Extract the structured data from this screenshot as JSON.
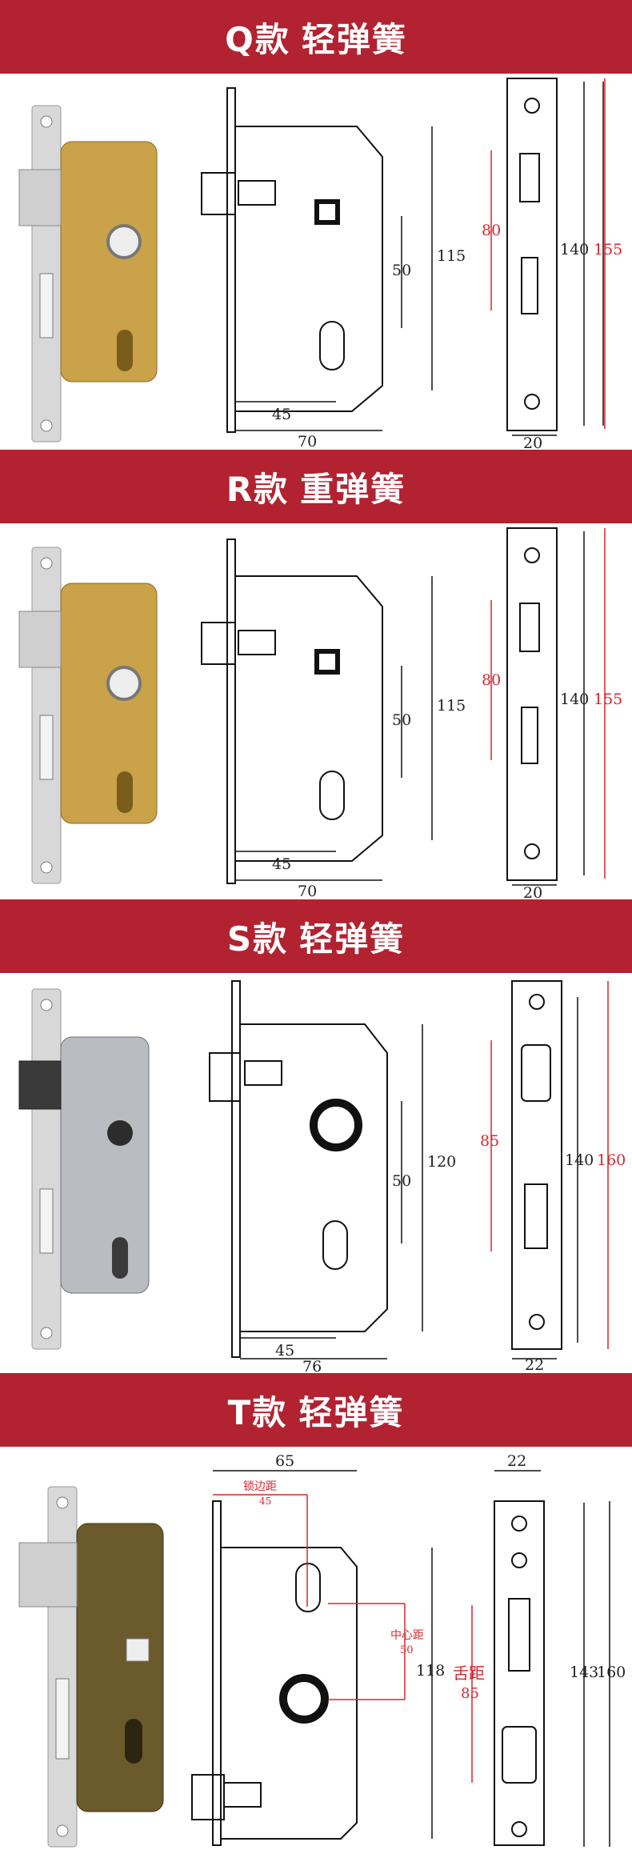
{
  "sections": [
    {
      "code": "Q款",
      "spring": "轻弹簧",
      "dims": {
        "backset": "45",
        "width": "70",
        "height": "115",
        "center": "50",
        "latch": "80",
        "plate_inner": "140",
        "plate_outer": "155",
        "plate_width": "20"
      }
    },
    {
      "code": "R款",
      "spring": "重弹簧",
      "dims": {
        "backset": "45",
        "width": "70",
        "height": "115",
        "center": "50",
        "latch": "80",
        "plate_inner": "140",
        "plate_outer": "155",
        "plate_width": "20"
      }
    },
    {
      "code": "S款",
      "spring": "轻弹簧",
      "dims": {
        "backset": "45",
        "width": "76",
        "height": "120",
        "center": "50",
        "latch": "85",
        "plate_inner": "140",
        "plate_outer": "160",
        "plate_width": "22"
      }
    },
    {
      "code": "T款",
      "spring": "轻弹簧",
      "dims": {
        "width": "65",
        "backset_label": "锁边距",
        "backset": "45",
        "center_label": "中心距",
        "center": "50",
        "height": "118",
        "latch_label": "舌距",
        "latch": "85",
        "plate_inner": "143",
        "plate_outer": "160",
        "plate_width": "22"
      }
    }
  ],
  "colors": {
    "banner": "#b22230",
    "dim_red": "#d9272e",
    "brass": "#c9a24a",
    "steel": "#b9bdc1",
    "bronze": "#6b5a2c"
  }
}
